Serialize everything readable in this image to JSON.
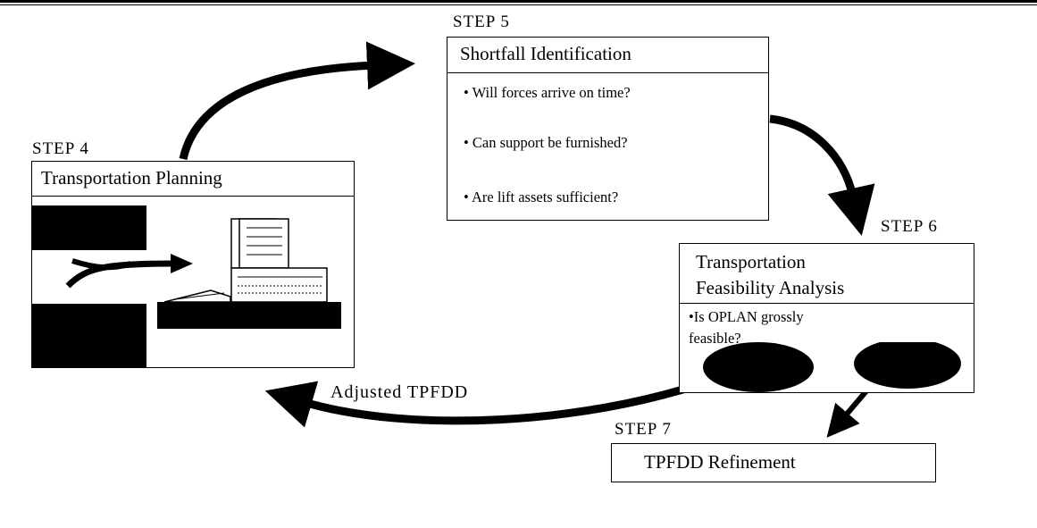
{
  "step5": {
    "step_label": "STEP 5",
    "title": "Shortfall Identification",
    "bullets": [
      "• Will forces arrive on time?",
      "• Can support be furnished?",
      "• Are lift assets sufficient?"
    ]
  },
  "step4": {
    "step_label": "STEP 4",
    "title": "Transportation Planning"
  },
  "step6": {
    "step_label": "STEP 6",
    "title_line1": "Transportation",
    "title_line2": "Feasibility Analysis",
    "bullet": "•Is OPLAN grossly feasible?"
  },
  "step7": {
    "step_label": "STEP 7",
    "title": "TPFDD Refinement"
  },
  "flow_label": "Adjusted TPFDD"
}
